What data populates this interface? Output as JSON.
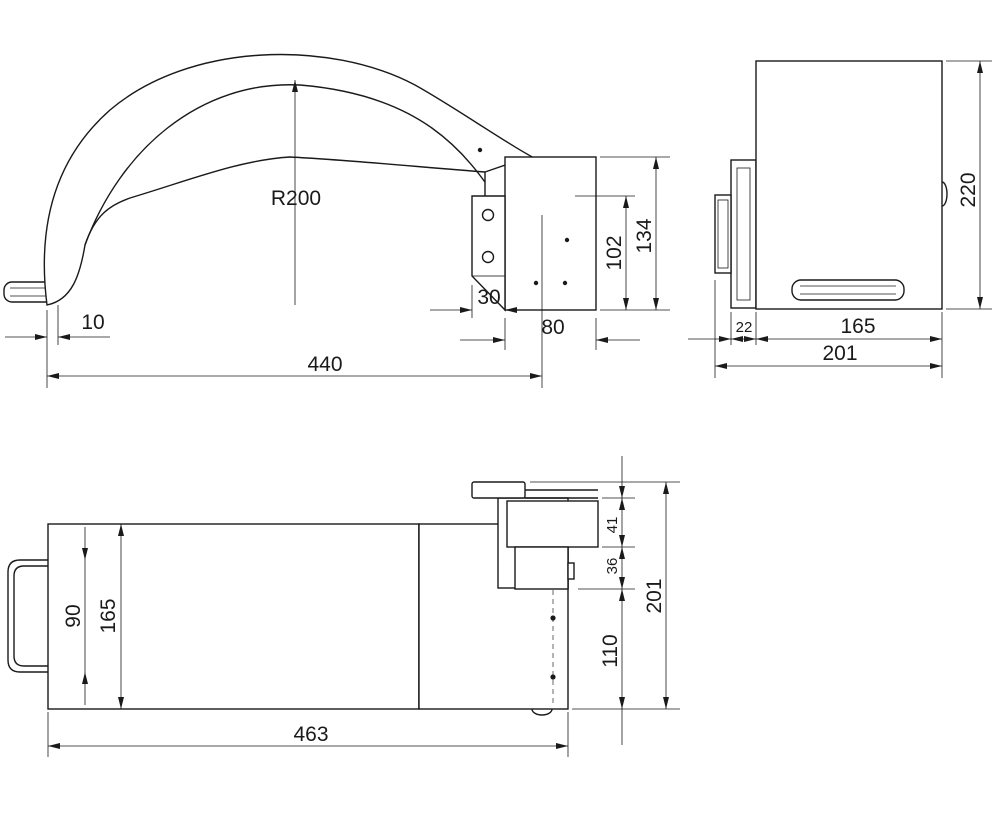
{
  "dimensions": {
    "radius": "R200",
    "side_tip_offset": "10",
    "side_length": "440",
    "side_bracket_width": "30",
    "side_base_width": "80",
    "side_pivot_height": "102",
    "side_block_height": "134",
    "end_plate_offset": "22",
    "end_body_width": "165",
    "end_total_width": "201",
    "end_height": "220",
    "plan_handle_span": "90",
    "plan_body_width": "165",
    "plan_length": "463",
    "plan_dim_41": "41",
    "plan_dim_36": "36",
    "plan_dim_110": "110",
    "plan_total_width": "201"
  }
}
